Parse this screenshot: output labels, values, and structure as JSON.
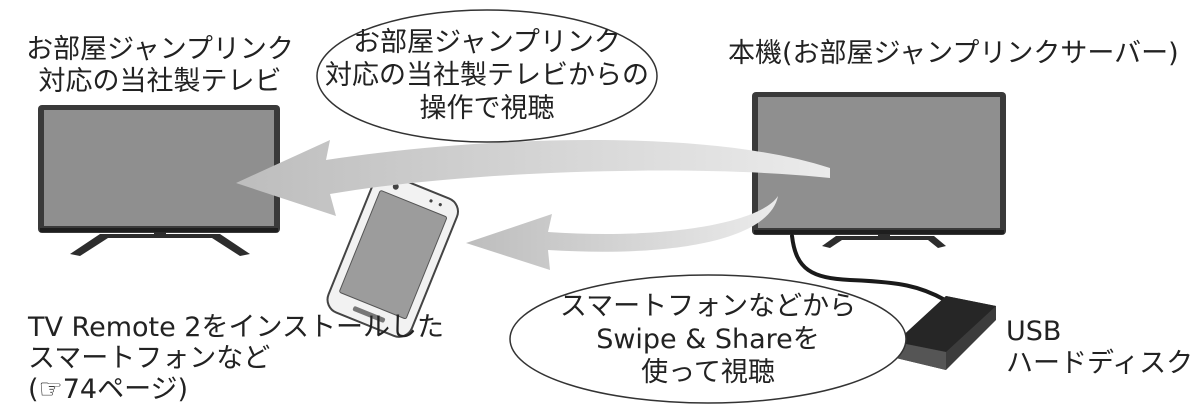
{
  "labels": {
    "left_tv": [
      "お部屋ジャンプリンク",
      "対応の当社製テレビ"
    ],
    "top_bubble": [
      "お部屋ジャンプリンク",
      "対応の当社製テレビからの",
      "操作で視聴"
    ],
    "main_unit": "本機(お部屋ジャンプリンクサーバー)",
    "smartphone": [
      "TV Remote 2をインストールした",
      "スマートフォンなど",
      "(☞74ページ)"
    ],
    "bottom_bubble": [
      "スマートフォンなどから",
      "Swipe & Shareを",
      "使って視聴"
    ],
    "hdd": [
      "USB",
      "ハードディスク"
    ]
  },
  "colors": {
    "screen": "#8f8f8f",
    "bezel": "#3a3a3a",
    "arrow": "#c4c4c4",
    "hdd": "#3c3c3c",
    "text": "#222222"
  }
}
